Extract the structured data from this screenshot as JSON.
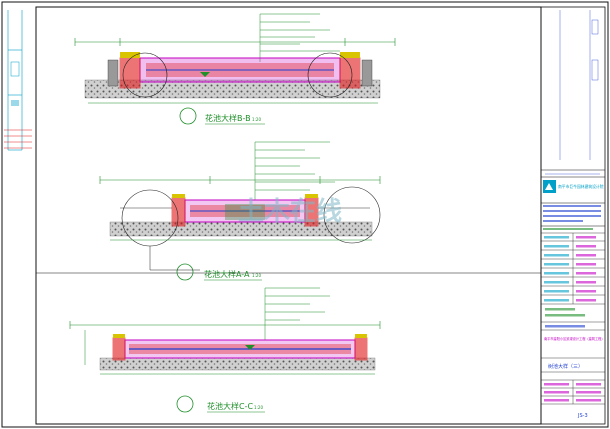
{
  "colors": {
    "background": "#ffffff",
    "frame": "#111111",
    "cyan": "#00a0c8",
    "green": "#1f8f2a",
    "red": "#e01818",
    "magenta": "#c400c4",
    "blue": "#1f3fd0",
    "yellow": "#d8c400",
    "gray": "#8a8a8a"
  },
  "sections": [
    {
      "title": "花池大样B-B",
      "scale": "1:20"
    },
    {
      "title": "花池大样A-A",
      "scale": "1:20"
    },
    {
      "title": "花池大样C-C",
      "scale": "1:20"
    }
  ],
  "watermark": "土木在线",
  "title_block": {
    "company_name": "南平市巨今园林建筑设计院",
    "drawing_title": "树池大样（三）",
    "project_name": "南平市建阳小区景观设计工程（建筑工程）",
    "sheet_no": "JS-3"
  }
}
